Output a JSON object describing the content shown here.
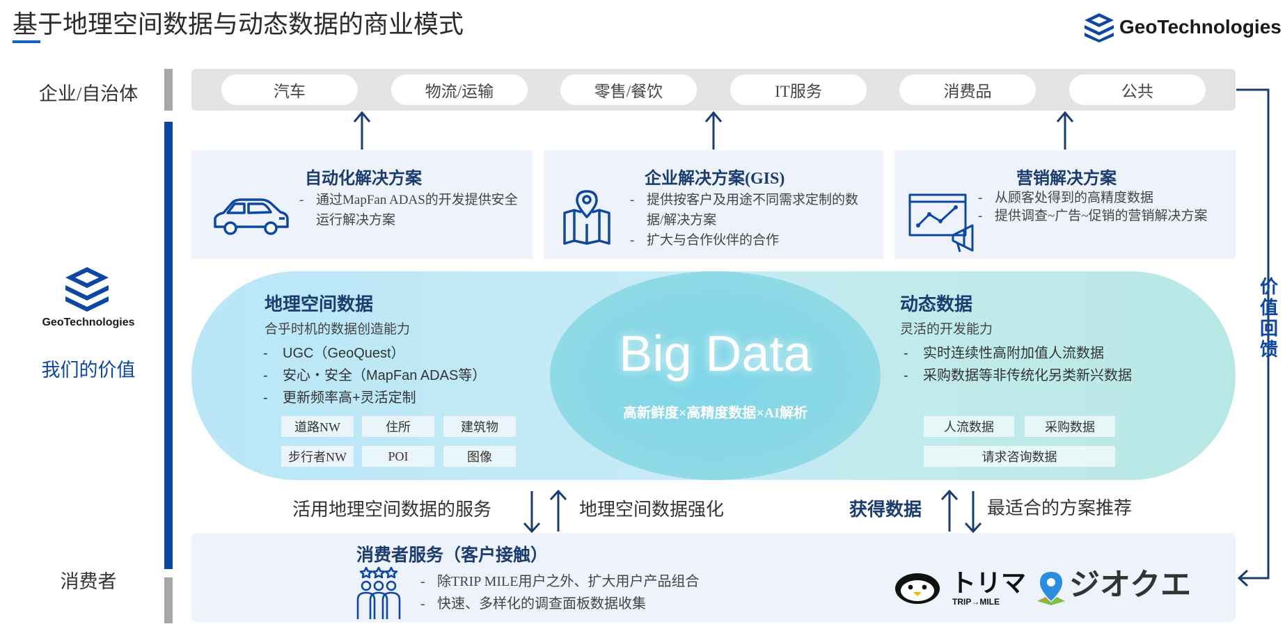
{
  "title": "基于地理空间数据与动态数据的商业模式",
  "brand": {
    "name": "GeoTechnologies"
  },
  "left_labels": {
    "enterprise": "企业/自治体",
    "we": "我们的价值",
    "consumer": "消费者"
  },
  "industries": [
    "汽车",
    "物流/运输",
    "零售/餐饮",
    "IT服务",
    "消费品",
    "公共"
  ],
  "solutions": [
    {
      "title": "自动化解决方案",
      "bullets": [
        "通过MapFan ADAS的开发提供安全运行解决方案"
      ]
    },
    {
      "title": "企业解决方案(GIS)",
      "bullets": [
        "提供按客户及用途不同需求定制的数据/解决方案",
        "扩大与合作伙伴的合作"
      ]
    },
    {
      "title": "营销解决方案",
      "bullets": [
        "从顾客处得到的高精度数据",
        "提供调查~广告~促销的营销解决方案"
      ]
    }
  ],
  "geo": {
    "title": "地理空间数据",
    "subtitle": "合乎时机的数据创造能力",
    "bullets": [
      "UGC（GeoQuest）",
      "安心・安全（MapFan ADAS等）",
      "更新频率高+灵活定制"
    ],
    "tags": [
      "道路NW",
      "住所",
      "建筑物",
      "步行者NW",
      "POI",
      "图像"
    ]
  },
  "bigdata": {
    "title": "Big Data",
    "subtitle": "高新鲜度×高精度数据×AI解析"
  },
  "dynamic": {
    "title": "动态数据",
    "subtitle": "灵活的开发能力",
    "bullets": [
      "实时连续性高附加值人流数据",
      "采购数据等非传统化另类新兴数据"
    ],
    "tags": [
      "人流数据",
      "采购数据",
      "请求咨询数据"
    ]
  },
  "flows": {
    "left_down": "活用地理空间数据的服务",
    "left_up": "地理空间数据强化",
    "right_up": "获得数据",
    "right_down": "最适合的方案推荐"
  },
  "feedback": "价值回馈",
  "consumer": {
    "title": "消费者服务（客户接触）",
    "bullets": [
      "除TRIP MILE用户之外、扩大用户产品组合",
      "快速、多样化的调查面板数据收集"
    ]
  },
  "apps": {
    "trima": "トリマ",
    "trima_sub": "TRIP→MILE",
    "geoquest": "ジオクエ"
  },
  "colors": {
    "brand_blue": "#0d47a1",
    "title_blue": "#1a3c6e",
    "bigdata_circle": "#7fd6e8"
  }
}
